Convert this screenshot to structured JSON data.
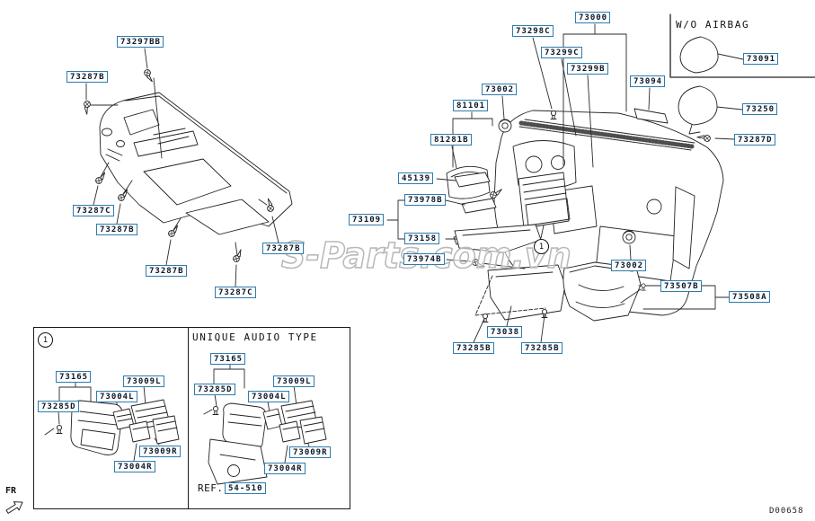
{
  "diagram": {
    "watermark": "S-Parts.com.vn",
    "sheet_code": "D00658",
    "front_marker": "FR",
    "airbag_note": "W/O AIRBAG",
    "main_callout": "1"
  },
  "inset": {
    "callout": "1",
    "audio_title": "UNIQUE AUDIO TYPE",
    "ref_prefix": "REF.",
    "ref_code": "54-510"
  },
  "colors": {
    "label_border": "#2e7cad",
    "line_art": "#222222",
    "watermark_gray": "#b9b9b9"
  },
  "labels": [
    {
      "text": "73297BB"
    },
    {
      "text": "73287B"
    },
    {
      "text": "73287C"
    },
    {
      "text": "73287B"
    },
    {
      "text": "73287B"
    },
    {
      "text": "73287C"
    },
    {
      "text": "73287B"
    },
    {
      "text": "73109"
    },
    {
      "text": "45139"
    },
    {
      "text": "73978B"
    },
    {
      "text": "73158"
    },
    {
      "text": "73974B"
    },
    {
      "text": "73002"
    },
    {
      "text": "81101"
    },
    {
      "text": "81281B"
    },
    {
      "text": "73298C"
    },
    {
      "text": "73000"
    },
    {
      "text": "73299C"
    },
    {
      "text": "73299B"
    },
    {
      "text": "73094"
    },
    {
      "text": "73091"
    },
    {
      "text": "73250"
    },
    {
      "text": "73287D"
    },
    {
      "text": "73002"
    },
    {
      "text": "73507B"
    },
    {
      "text": "73508A"
    },
    {
      "text": "73038"
    },
    {
      "text": "73285B"
    },
    {
      "text": "73285B"
    },
    {
      "text": "73165"
    },
    {
      "text": "73285D"
    },
    {
      "text": "73004L"
    },
    {
      "text": "73009L"
    },
    {
      "text": "73009R"
    },
    {
      "text": "73004R"
    },
    {
      "text": "73165"
    },
    {
      "text": "73285D"
    },
    {
      "text": "73004L"
    },
    {
      "text": "73009L"
    },
    {
      "text": "73009R"
    },
    {
      "text": "73004R"
    }
  ]
}
